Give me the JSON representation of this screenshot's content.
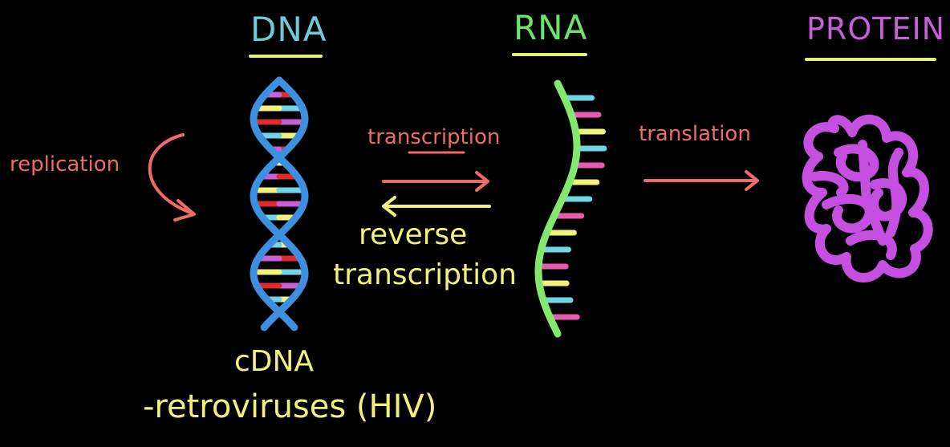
{
  "headers": {
    "dna": "DNA",
    "rna": "RNA",
    "protein": "PROTEIN"
  },
  "processes": {
    "replication": "replication",
    "transcription": "transcription",
    "translation": "translation",
    "reverse_transcription": [
      "reverse",
      "transcription"
    ]
  },
  "notes": {
    "cdna": "cDNA",
    "retroviruses": "-retroviruses (HIV)"
  },
  "colors": {
    "dna_header": "#6fc9d8",
    "rna_header": "#6ee36a",
    "protein_header": "#c65fd8",
    "underline": "#e4f27a",
    "process_text": "#f06a6a",
    "yellow_text": "#f2f27a",
    "dna_backbone": "#3d8fe0",
    "rna_backbone": "#84e86e",
    "protein": "#c44fe0"
  },
  "icons": [
    "dna-double-helix",
    "rna-strand",
    "folded-protein",
    "curved-arrow",
    "right-arrow",
    "left-arrow"
  ]
}
